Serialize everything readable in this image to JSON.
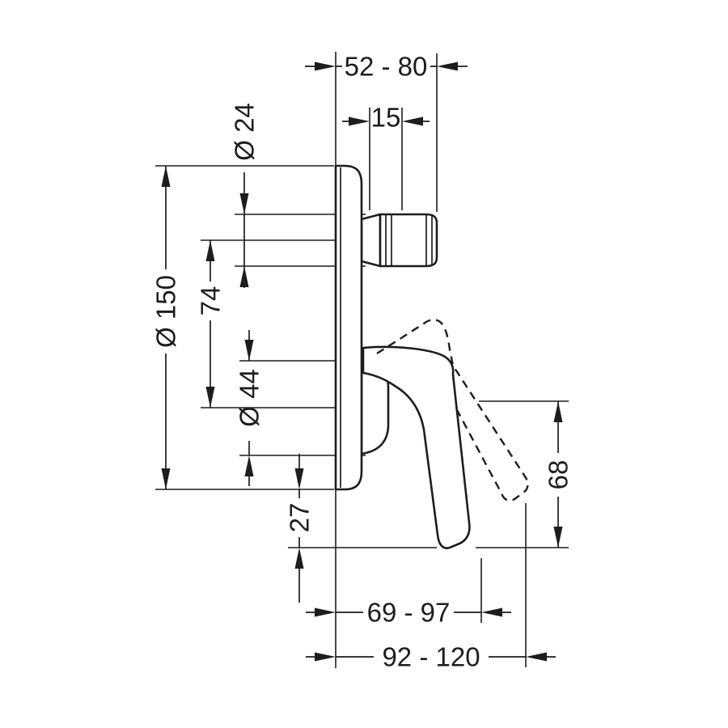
{
  "page": {
    "background": "#ffffff",
    "line_color": "#1d1d1b",
    "depicts": "technical dimension drawing, side view of concealed single-lever mixer with wall plate, top knob and lever handle (solid and dashed alternate position)"
  },
  "dim_labels": {
    "d52_80": "52 - 80",
    "d15": "15",
    "d24": "Ø 24",
    "d150": "Ø 150",
    "d74": "74",
    "d44": "Ø 44",
    "d27": "27",
    "d68": "68",
    "d69_97": "69 - 97",
    "d92_120": "92 - 120"
  }
}
